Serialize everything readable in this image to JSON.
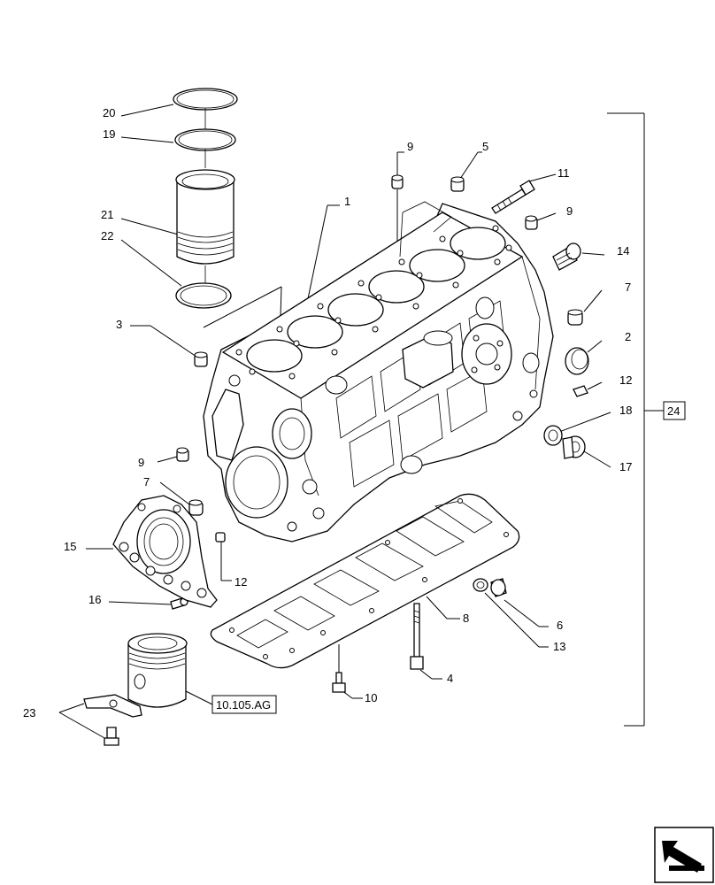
{
  "callouts": [
    {
      "id": "c20",
      "text": "20"
    },
    {
      "id": "c19",
      "text": "19"
    },
    {
      "id": "c21",
      "text": "21"
    },
    {
      "id": "c22",
      "text": "22"
    },
    {
      "id": "c3",
      "text": "3"
    },
    {
      "id": "c9a",
      "text": "9"
    },
    {
      "id": "c5",
      "text": "5"
    },
    {
      "id": "c11",
      "text": "11"
    },
    {
      "id": "c1",
      "text": "1"
    },
    {
      "id": "c9b",
      "text": "9"
    },
    {
      "id": "c14",
      "text": "14"
    },
    {
      "id": "c7a",
      "text": "7"
    },
    {
      "id": "c2",
      "text": "2"
    },
    {
      "id": "c12a",
      "text": "12"
    },
    {
      "id": "c18",
      "text": "18"
    },
    {
      "id": "c17",
      "text": "17"
    },
    {
      "id": "c9c",
      "text": "9"
    },
    {
      "id": "c7b",
      "text": "7"
    },
    {
      "id": "c15",
      "text": "15"
    },
    {
      "id": "c12b",
      "text": "12"
    },
    {
      "id": "c16",
      "text": "16"
    },
    {
      "id": "c8",
      "text": "8"
    },
    {
      "id": "c6",
      "text": "6"
    },
    {
      "id": "c13",
      "text": "13"
    },
    {
      "id": "c4",
      "text": "4"
    },
    {
      "id": "c10",
      "text": "10"
    },
    {
      "id": "c23",
      "text": "23"
    }
  ],
  "group_label": "24",
  "reference_label": "10.105.AG"
}
